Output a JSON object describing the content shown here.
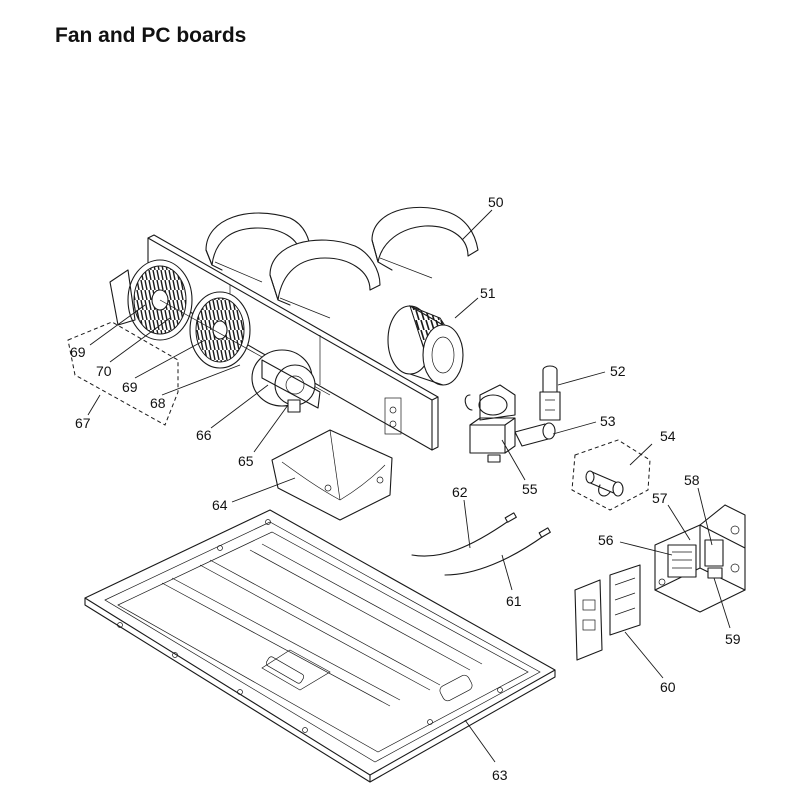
{
  "page": {
    "title": "Fan and PC boards"
  },
  "part_labels": [
    {
      "id": "p50",
      "text": "50"
    },
    {
      "id": "p51",
      "text": "51"
    },
    {
      "id": "p52",
      "text": "52"
    },
    {
      "id": "p53",
      "text": "53"
    },
    {
      "id": "p54",
      "text": "54"
    },
    {
      "id": "p55",
      "text": "55"
    },
    {
      "id": "p56",
      "text": "56"
    },
    {
      "id": "p57",
      "text": "57"
    },
    {
      "id": "p58",
      "text": "58"
    },
    {
      "id": "p59",
      "text": "59"
    },
    {
      "id": "p60",
      "text": "60"
    },
    {
      "id": "p61",
      "text": "61"
    },
    {
      "id": "p62",
      "text": "62"
    },
    {
      "id": "p63",
      "text": "63"
    },
    {
      "id": "p64",
      "text": "64"
    },
    {
      "id": "p65",
      "text": "65"
    },
    {
      "id": "p66",
      "text": "66"
    },
    {
      "id": "p67",
      "text": "67"
    },
    {
      "id": "p68",
      "text": "68"
    },
    {
      "id": "p69a",
      "text": "69"
    },
    {
      "id": "p69b",
      "text": "69"
    },
    {
      "id": "p70",
      "text": "70"
    }
  ]
}
